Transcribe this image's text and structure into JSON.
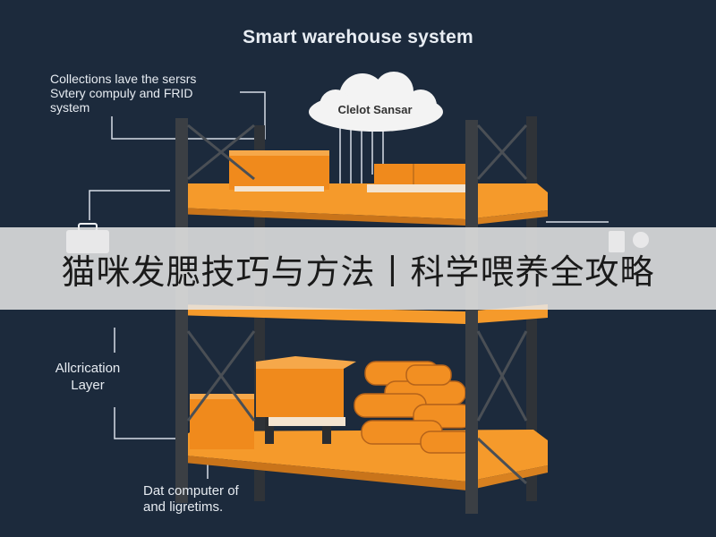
{
  "diagram": {
    "title": "Smart warehouse system",
    "cloud_label": "Clelot Sansar",
    "left_note": [
      "Collections lave the sersrs",
      "Svtery compuly and FRID",
      "system"
    ],
    "middle_note": [
      "Allcrication",
      "Layer"
    ],
    "bottom_note": [
      "Dat computer of",
      "and ligretims."
    ]
  },
  "banner": {
    "text": "猫咪发腮技巧与方法丨科学喂养全攻略"
  },
  "colors": {
    "background": "#1c2a3c",
    "shelf_orange": "#f59a2b",
    "box_orange": "#f08a1c",
    "post_gray": "#3b3f44",
    "banner_bg": "#e6e6e6"
  }
}
